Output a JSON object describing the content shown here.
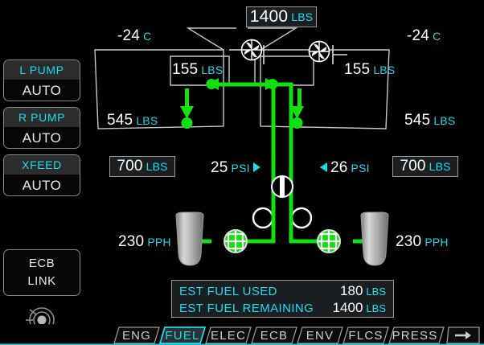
{
  "display": {
    "page": "FUEL",
    "colors": {
      "accent": "#19dcf0",
      "flow": "#11e011",
      "text": "#ffffff",
      "line": "#c8c8c8",
      "panel": "#1b1f22"
    }
  },
  "softkeys": [
    {
      "name": "l-pump",
      "title": "L PUMP",
      "value": "AUTO"
    },
    {
      "name": "r-pump",
      "title": "R PUMP",
      "value": "AUTO"
    },
    {
      "name": "xfeed",
      "title": "XFEED",
      "value": "AUTO"
    }
  ],
  "ecb_link": {
    "line1": "ECB",
    "line2": "LINK"
  },
  "knob_icon": "rotary-knob-icon",
  "total_fuel": {
    "value": "1400",
    "unit": "LBS"
  },
  "left_wing": {
    "temp": {
      "value": "-24",
      "unit": "C"
    },
    "feed_tank": {
      "value": "155",
      "unit": "LBS"
    },
    "main_tank": {
      "value": "545",
      "unit": "LBS"
    },
    "tank_total": {
      "value": "700",
      "unit": "LBS"
    },
    "pressure": {
      "value": "25",
      "unit": "PSI",
      "arrow": "right"
    },
    "flow": {
      "value": "230",
      "unit": "PPH"
    },
    "pump_icon": "boost-pump-icon",
    "filter_icon": "fuel-filter-icon",
    "shutoff_valve_icon": "valve-open-icon",
    "transfer_arrow_icon": "transfer-flow-icon"
  },
  "right_wing": {
    "temp": {
      "value": "-24",
      "unit": "C"
    },
    "feed_tank": {
      "value": "155",
      "unit": "LBS"
    },
    "main_tank": {
      "value": "545",
      "unit": "LBS"
    },
    "tank_total": {
      "value": "700",
      "unit": "LBS"
    },
    "pressure": {
      "value": "26",
      "unit": "PSI",
      "arrow": "left"
    },
    "flow": {
      "value": "230",
      "unit": "PPH"
    },
    "pump_icon": "boost-pump-icon",
    "filter_icon": "fuel-filter-icon",
    "shutoff_valve_icon": "valve-open-icon",
    "transfer_arrow_icon": "transfer-flow-icon"
  },
  "crossfeed_valve": {
    "icon": "valve-closed-icon",
    "state": "closed"
  },
  "estimates": {
    "rows": [
      {
        "name": "EST FUEL USED",
        "value": "180",
        "unit": "LBS"
      },
      {
        "name": "EST FUEL REMAINING",
        "value": "1400",
        "unit": "LBS"
      }
    ]
  },
  "tabs": [
    {
      "label": "ENG",
      "active": false
    },
    {
      "label": "FUEL",
      "active": true
    },
    {
      "label": "ELEC",
      "active": false
    },
    {
      "label": "ECB",
      "active": false
    },
    {
      "label": "ENV",
      "active": false
    },
    {
      "label": "FLCS",
      "active": false
    },
    {
      "label": "PRESS",
      "active": false
    }
  ],
  "next_page_button": {
    "icon": "arrow-right-icon"
  }
}
